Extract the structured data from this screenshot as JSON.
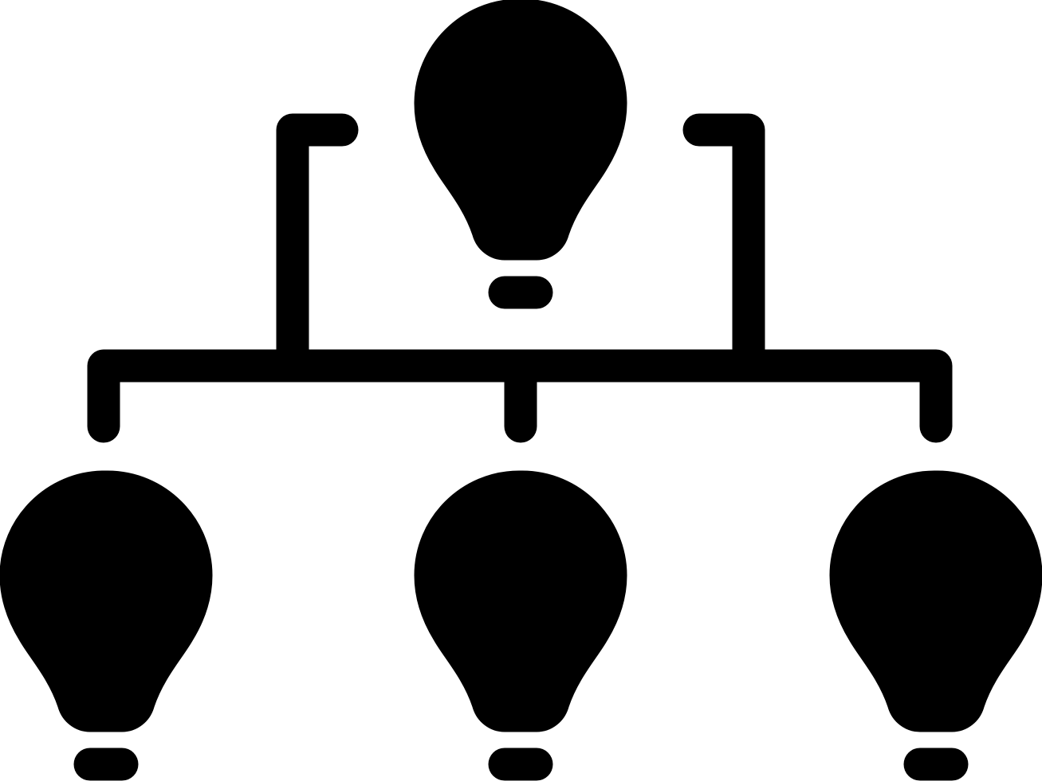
{
  "icon": {
    "name": "idea-hierarchy-icon",
    "color": "#000000",
    "background": "#ffffff",
    "nodes": [
      {
        "id": "top",
        "icon": "lightbulb-icon"
      },
      {
        "id": "left",
        "icon": "lightbulb-icon"
      },
      {
        "id": "center",
        "icon": "lightbulb-icon"
      },
      {
        "id": "right",
        "icon": "lightbulb-icon"
      }
    ],
    "connectors": [
      "left-bracket",
      "right-bracket",
      "horizontal-bus",
      "drop-left",
      "drop-center",
      "drop-right"
    ]
  }
}
